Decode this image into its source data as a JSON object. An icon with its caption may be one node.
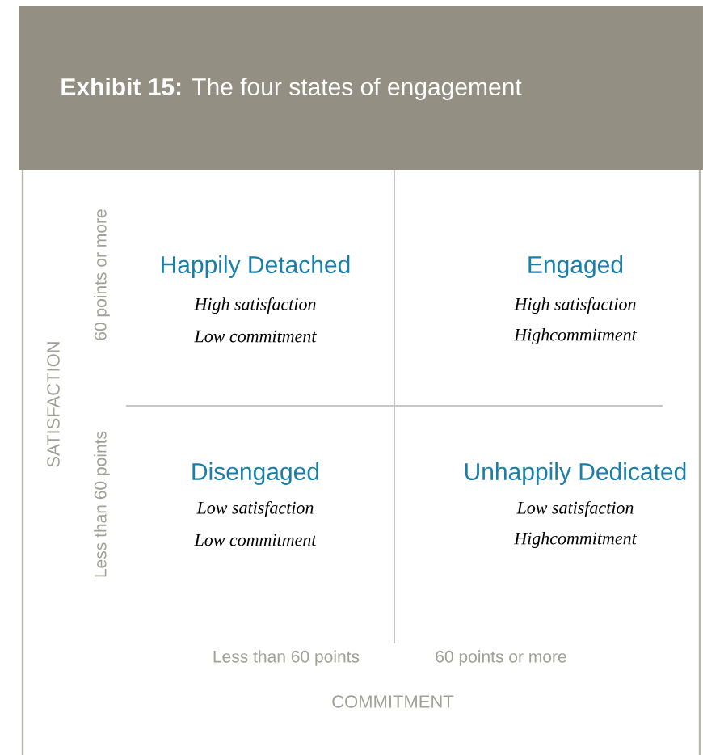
{
  "diagram": {
    "title": "**Exhibit 15:** The four states of engagement",
    "labels": [
      "60 points or more",
      "Happily Detached",
      "High satisfaction",
      "Low commitment",
      "Engaged",
      "High satisfaction",
      "Highcommitment",
      "SATISFACTION",
      "Less than 60 points",
      "Disengaged",
      "Low satisfaction",
      "Low commitment",
      "Unhappily Dedicated",
      "Low satisfaction",
      "Highcommitment",
      "Less than 60 points",
      "60 points or more",
      "COMMITMENT"
    ]
  }
}
